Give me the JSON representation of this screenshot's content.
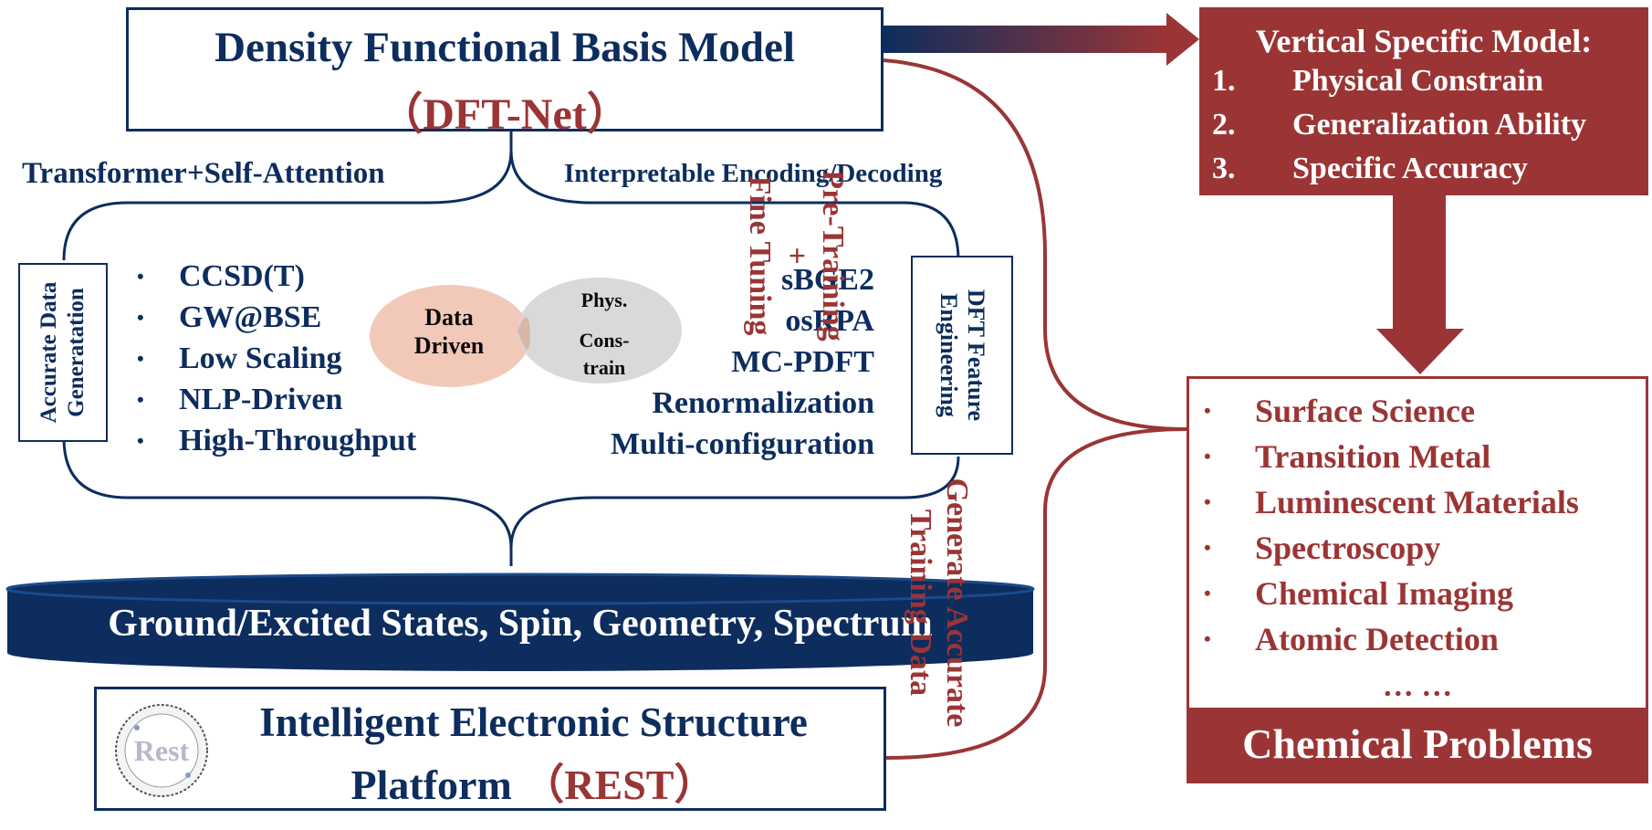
{
  "top_model": {
    "title": "Density Functional Basis Model",
    "subtitle": "（DFT-Net）"
  },
  "branches": {
    "left": "Transformer+Self-Attention",
    "right": "Interpretable Encoding/Decoding"
  },
  "side_boxes": {
    "left": "Accurate Data\nGeneratation",
    "right": "DFT Feature\nEngineering"
  },
  "left_methods": [
    "CCSD(T)",
    "GW@BSE",
    "Low Scaling",
    "NLP-Driven",
    "High-Throughput"
  ],
  "right_methods": [
    "sBGE2",
    "osRPA",
    "MC-PDFT",
    "Renormalization",
    "Multi-configuration"
  ],
  "venn": {
    "left": "Data\nDriven",
    "right_top": "Phys.",
    "right_bottom": "Cons-\ntrain"
  },
  "disk": {
    "label": "Ground/Excited States,  Spin, Geometry, Spectrum"
  },
  "platform": {
    "line1": "Intelligent Electronic Structure",
    "line2_a": "Platform",
    "line2_b": "（REST）",
    "logo": "rest-logo"
  },
  "vertical_model": {
    "title": "Vertical Specific Model:",
    "items": [
      {
        "num": "1.",
        "text": "Physical Constrain"
      },
      {
        "num": "2.",
        "text": "Generalization Ability"
      },
      {
        "num": "3.",
        "text": "Specific Accuracy"
      }
    ]
  },
  "arrows": {
    "pretraining": "Pre-Training\n+\nFine Tuning",
    "generate": "Generate Accurate\nTraining Data"
  },
  "chemical": {
    "items": [
      "Surface Science",
      "Transition Metal",
      "Luminescent Materials",
      "Spectroscopy",
      "Chemical Imaging",
      "Atomic Detection"
    ],
    "ellipsis": "… …",
    "footer": "Chemical Problems"
  },
  "colors": {
    "navy": "#0d2d5e",
    "red": "#9b3535",
    "venn_left": "#f2c9b8",
    "venn_right": "#d6d6d6"
  }
}
